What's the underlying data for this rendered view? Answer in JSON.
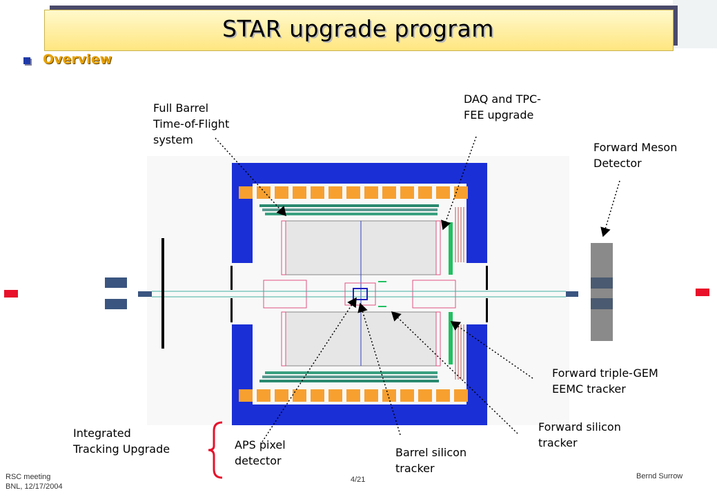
{
  "slide": {
    "title": "STAR upgrade program",
    "bullet": "Overview"
  },
  "labels": {
    "tof": "Full Barrel\nTime-of-Flight\nsystem",
    "daq": "DAQ and TPC-\nFEE upgrade",
    "fmd": "Forward Meson\nDetector",
    "gem": "Forward triple-GEM\nEEMC tracker",
    "fst": "Forward silicon\ntracker",
    "bst": "Barrel silicon\ntracker",
    "aps": "APS pixel\ndetector",
    "itu": "Integrated\nTracking Upgrade"
  },
  "footer": {
    "left": "RSC meeting\nBNL, 12/17/2004",
    "page": "4/21",
    "author": "Bernd Surrow"
  },
  "colors": {
    "banner": "#ffe680",
    "overview": "#e8a200",
    "magnet_blue": "#1a2fd6",
    "orange": "#f7a030",
    "green": "#20c060",
    "red": "#e8102a",
    "brace": "#e8102a"
  }
}
